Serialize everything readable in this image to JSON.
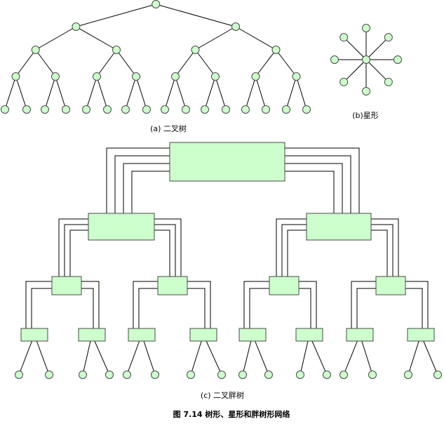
{
  "captions": {
    "binary_tree": "(a) 二叉树",
    "star": "(b)星形",
    "fat_tree": "(c) 二叉胖树",
    "figure": "图 7.14 树形、星形和胖树形网络"
  },
  "colors": {
    "node_fill": "#ccffcc",
    "node_stroke": "#4a4a4a",
    "line": "#000000"
  },
  "binary_tree": {
    "levels": 5
  },
  "star": {
    "spokes": 8
  },
  "fat_tree": {
    "switch_levels": 4,
    "leaf_nodes": 16
  }
}
